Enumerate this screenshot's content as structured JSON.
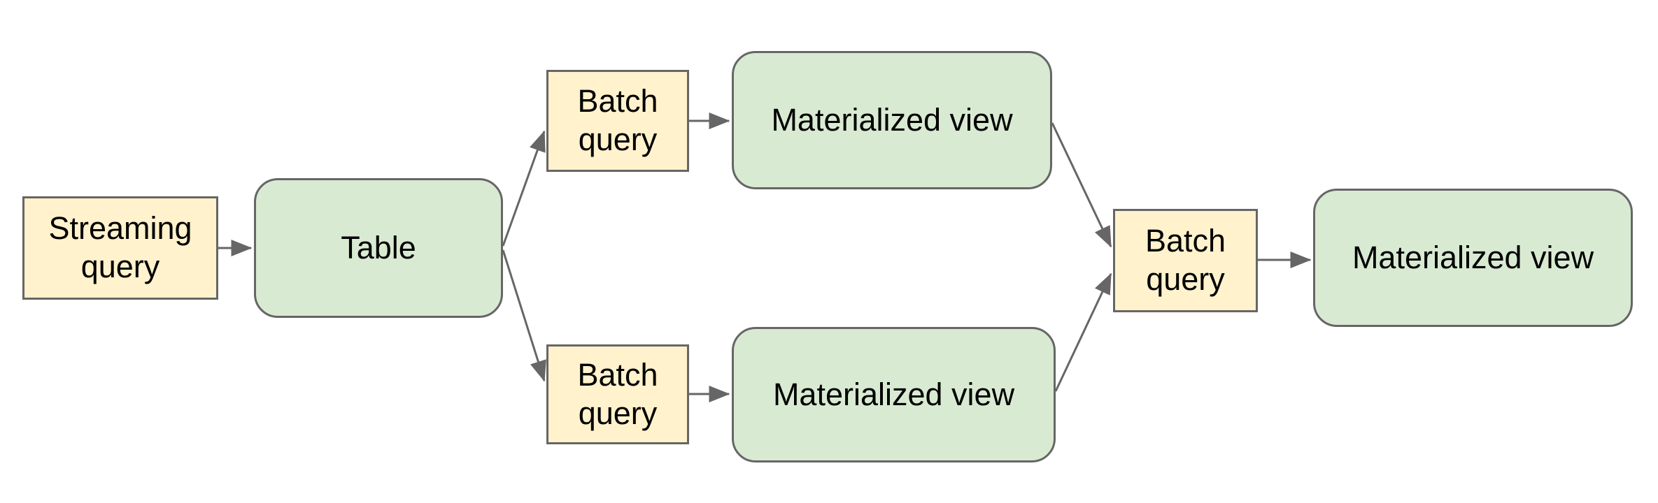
{
  "diagram": {
    "colors": {
      "query_box_fill": "#fff2cc",
      "view_box_fill": "#d9ead3",
      "box_border": "#666666",
      "arrow": "#666666",
      "text": "#000000",
      "background": "#ffffff"
    },
    "nodes": {
      "streaming_query": {
        "label": "Streaming query",
        "kind": "query"
      },
      "table": {
        "label": "Table",
        "kind": "table"
      },
      "batch_query_top": {
        "label": "Batch query",
        "kind": "query"
      },
      "materialized_view_top": {
        "label": "Materialized view",
        "kind": "view"
      },
      "batch_query_bottom": {
        "label": "Batch query",
        "kind": "query"
      },
      "materialized_view_bottom": {
        "label": "Materialized view",
        "kind": "view"
      },
      "batch_query_merge": {
        "label": "Batch query",
        "kind": "query"
      },
      "materialized_view_final": {
        "label": "Materialized view",
        "kind": "view"
      }
    },
    "edges": [
      {
        "from": "streaming_query",
        "to": "table"
      },
      {
        "from": "table",
        "to": "batch_query_top"
      },
      {
        "from": "batch_query_top",
        "to": "materialized_view_top"
      },
      {
        "from": "materialized_view_top",
        "to": "batch_query_merge"
      },
      {
        "from": "table",
        "to": "batch_query_bottom"
      },
      {
        "from": "batch_query_bottom",
        "to": "materialized_view_bottom"
      },
      {
        "from": "materialized_view_bottom",
        "to": "batch_query_merge"
      },
      {
        "from": "batch_query_merge",
        "to": "materialized_view_final"
      }
    ]
  }
}
